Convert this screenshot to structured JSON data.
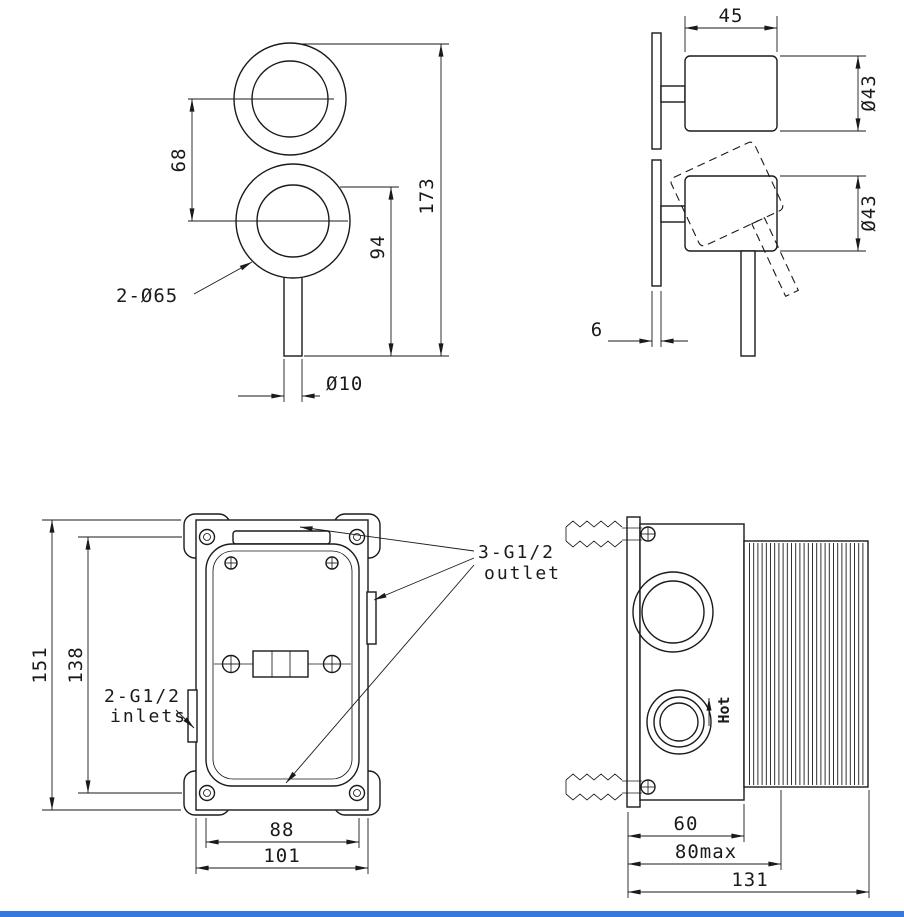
{
  "page": {
    "background": "#ffffff",
    "accent_strip_color": "#3579de"
  },
  "views": {
    "handle_front": {
      "dim_knob_spacing": "68",
      "dim_overall_height": "173",
      "dim_handle_height": "94",
      "label_knob_diameter": "2-Ø65",
      "dim_stem_diameter": "Ø10"
    },
    "handle_side": {
      "dim_body_depth": "45",
      "dim_upper_knob_diameter": "Ø43",
      "dim_lower_knob_diameter": "Ø43",
      "dim_plate_thickness": "6"
    },
    "valve_front": {
      "dim_bracket_height": "151",
      "dim_hole_spacing": "138",
      "dim_body_width": "88",
      "dim_bracket_width": "101",
      "outlet_label_line1": "3-G1/2",
      "outlet_label_line2": "outlet",
      "inlet_label_line1": "2-G1/2",
      "inlet_label_line2": "inlets"
    },
    "valve_side": {
      "dim_body_depth": "60",
      "dim_max_depth": "80max",
      "dim_overall_depth": "131",
      "hot_marking": "Hot"
    }
  }
}
